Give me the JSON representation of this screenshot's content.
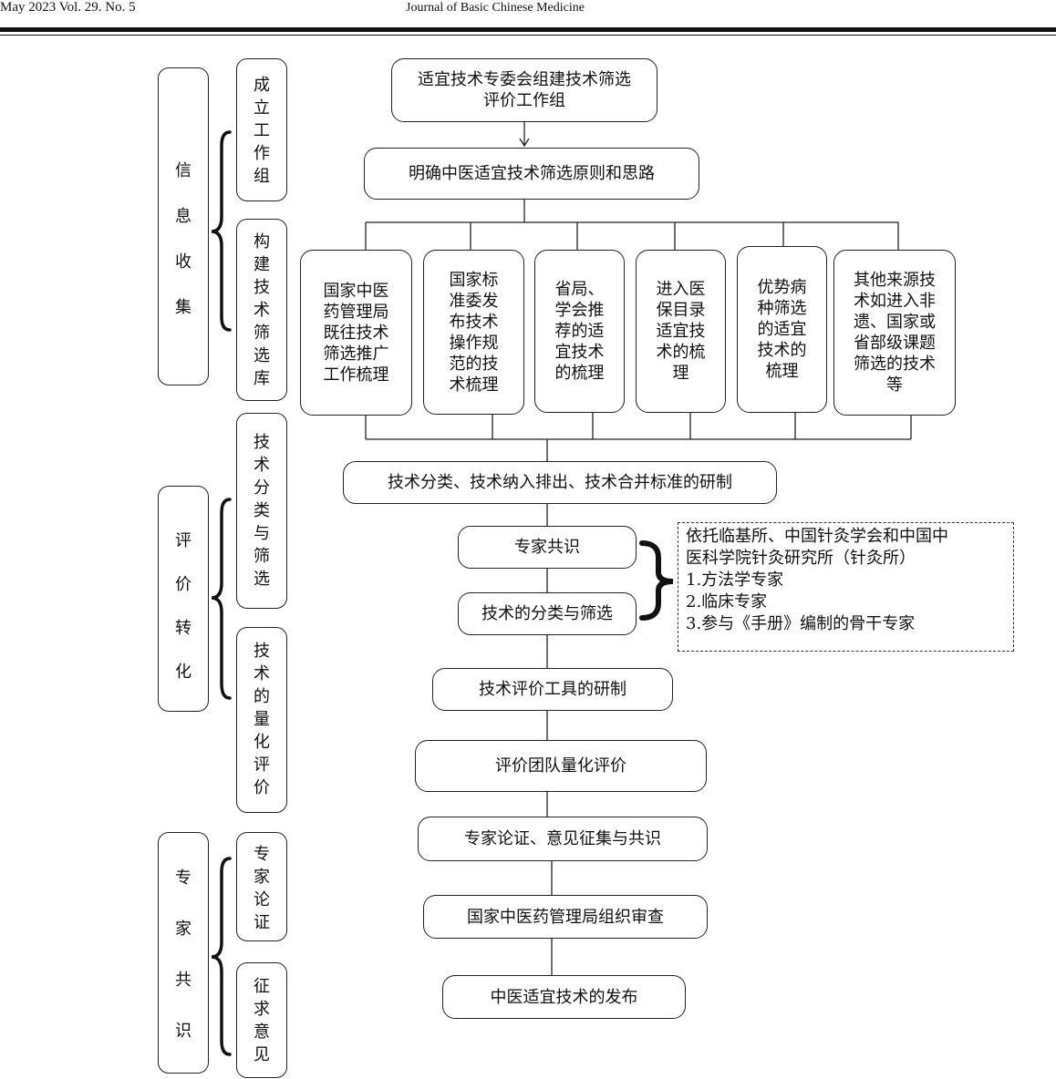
{
  "header": {
    "left": "May 2023 Vol. 29. No. 5",
    "center": "Journal of Basic Chinese Medicine"
  },
  "phases": [
    {
      "label": "信息收集",
      "chars": [
        "信",
        "息",
        "收",
        "集"
      ]
    },
    {
      "label": "评价转化",
      "chars": [
        "评",
        "价",
        "转",
        "化"
      ]
    },
    {
      "label": "专家共识",
      "chars": [
        "专",
        "家",
        "共",
        "识"
      ]
    }
  ],
  "subphases": [
    {
      "label": "成立工作组"
    },
    {
      "label": "构建技术筛选库"
    },
    {
      "label": "技术分类与筛选"
    },
    {
      "label": "技术的量化评价"
    },
    {
      "label": "专家论证"
    },
    {
      "label": "征求意见"
    }
  ],
  "flow": {
    "start": [
      "适宜技术专委会组建技术筛选",
      "评价工作组"
    ],
    "principles": "明确中医适宜技术筛选原则和思路",
    "sources": [
      [
        "国家中医",
        "药管理局",
        "既往技术",
        "筛选推广",
        "工作梳理"
      ],
      [
        "国家标",
        "准委发",
        "布技术",
        "操作规",
        "范的技",
        "术梳理"
      ],
      [
        "省局、",
        "学会推",
        "荐的适",
        "宜技术",
        "的梳理"
      ],
      [
        "进入医",
        "保目录",
        "适宜技",
        "术的梳",
        "理"
      ],
      [
        "优势病",
        "种筛选",
        "的适宜",
        "技术的",
        "梳理"
      ],
      [
        "其他来源技",
        "术如进入非",
        "遗、国家或",
        "省部级课题",
        "筛选的技术",
        "等"
      ]
    ],
    "standards": "技术分类、技术纳入排出、技术合并标准的研制",
    "consensus": "专家共识",
    "classify": "技术的分类与筛选",
    "tool": "技术评价工具的研制",
    "quant": "评价团队量化评价",
    "argue": "专家论证、意见征集与共识",
    "review": "国家中医药管理局组织审查",
    "release": "中医适宜技术的发布"
  },
  "experts_note": {
    "lines": [
      "依托临基所、中国针灸学会和中国中",
      "医科学院针灸研究所（针灸所）",
      "1.方法学专家",
      "2.临床专家",
      "3.参与《手册》编制的骨干专家"
    ]
  }
}
